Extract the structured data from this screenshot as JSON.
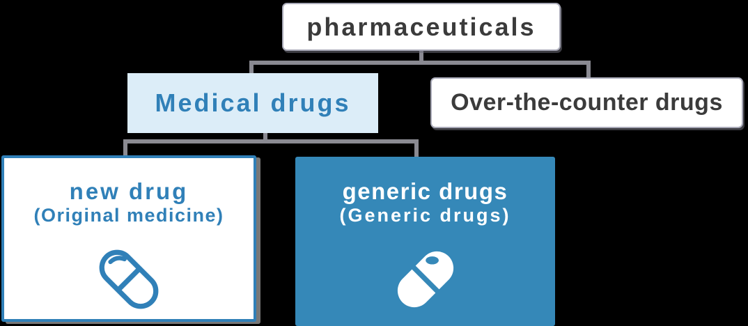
{
  "diagram": {
    "root": {
      "label": "pharmaceuticals"
    },
    "level2": {
      "medical": {
        "label": "Medical drugs"
      },
      "otc": {
        "label": "Over-the-counter drugs"
      }
    },
    "level3": {
      "new_drug": {
        "title": "new drug",
        "subtitle": "(Original medicine)",
        "icon": "capsule-outline-icon"
      },
      "generic": {
        "title": "generic drugs",
        "subtitle": "(Generic drugs)",
        "icon": "capsule-filled-icon"
      }
    }
  },
  "colors": {
    "canvas_bg": "#000000",
    "white": "#ffffff",
    "dark_text": "#3b3b3b",
    "accent_blue": "#3080b8",
    "box_blue_bg": "#3588b8",
    "light_blue_bg": "#dcedf8",
    "border_gray": "#a9aab8",
    "connector_gray": "#8a8a92"
  }
}
